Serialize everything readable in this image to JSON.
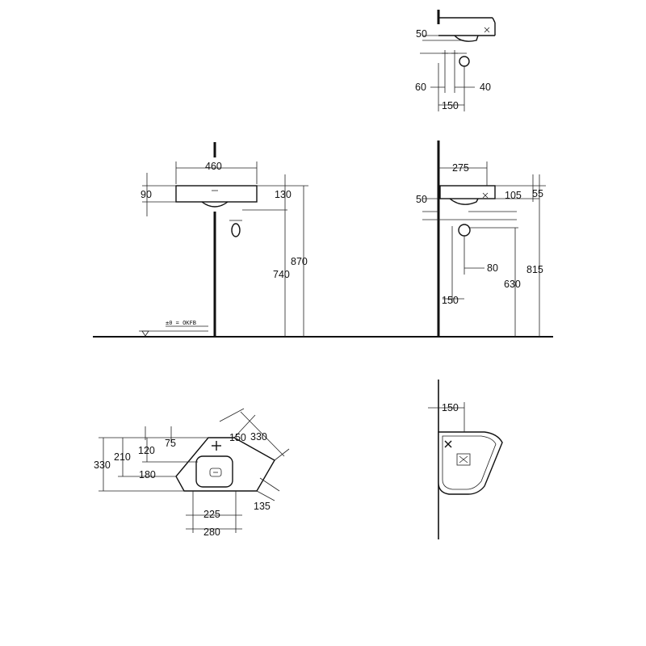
{
  "top_view": {
    "d50": "50",
    "d60": "60",
    "d40": "40",
    "d150": "150"
  },
  "front_view": {
    "d460": "460",
    "d90": "90",
    "d130": "130",
    "d870": "870",
    "d740": "740",
    "floor_label": "±0 = OKFB"
  },
  "side_view": {
    "d275": "275",
    "d50": "50",
    "d105": "105",
    "d55": "55",
    "d80": "80",
    "d630": "630",
    "d815": "815",
    "d150": "150"
  },
  "plan_view": {
    "d330_left": "330",
    "d210": "210",
    "d120": "120",
    "d75": "75",
    "d180": "180",
    "d150": "150",
    "d330_top": "330",
    "d225": "225",
    "d280": "280",
    "d135": "135"
  },
  "corner_view": {
    "d150": "150"
  }
}
